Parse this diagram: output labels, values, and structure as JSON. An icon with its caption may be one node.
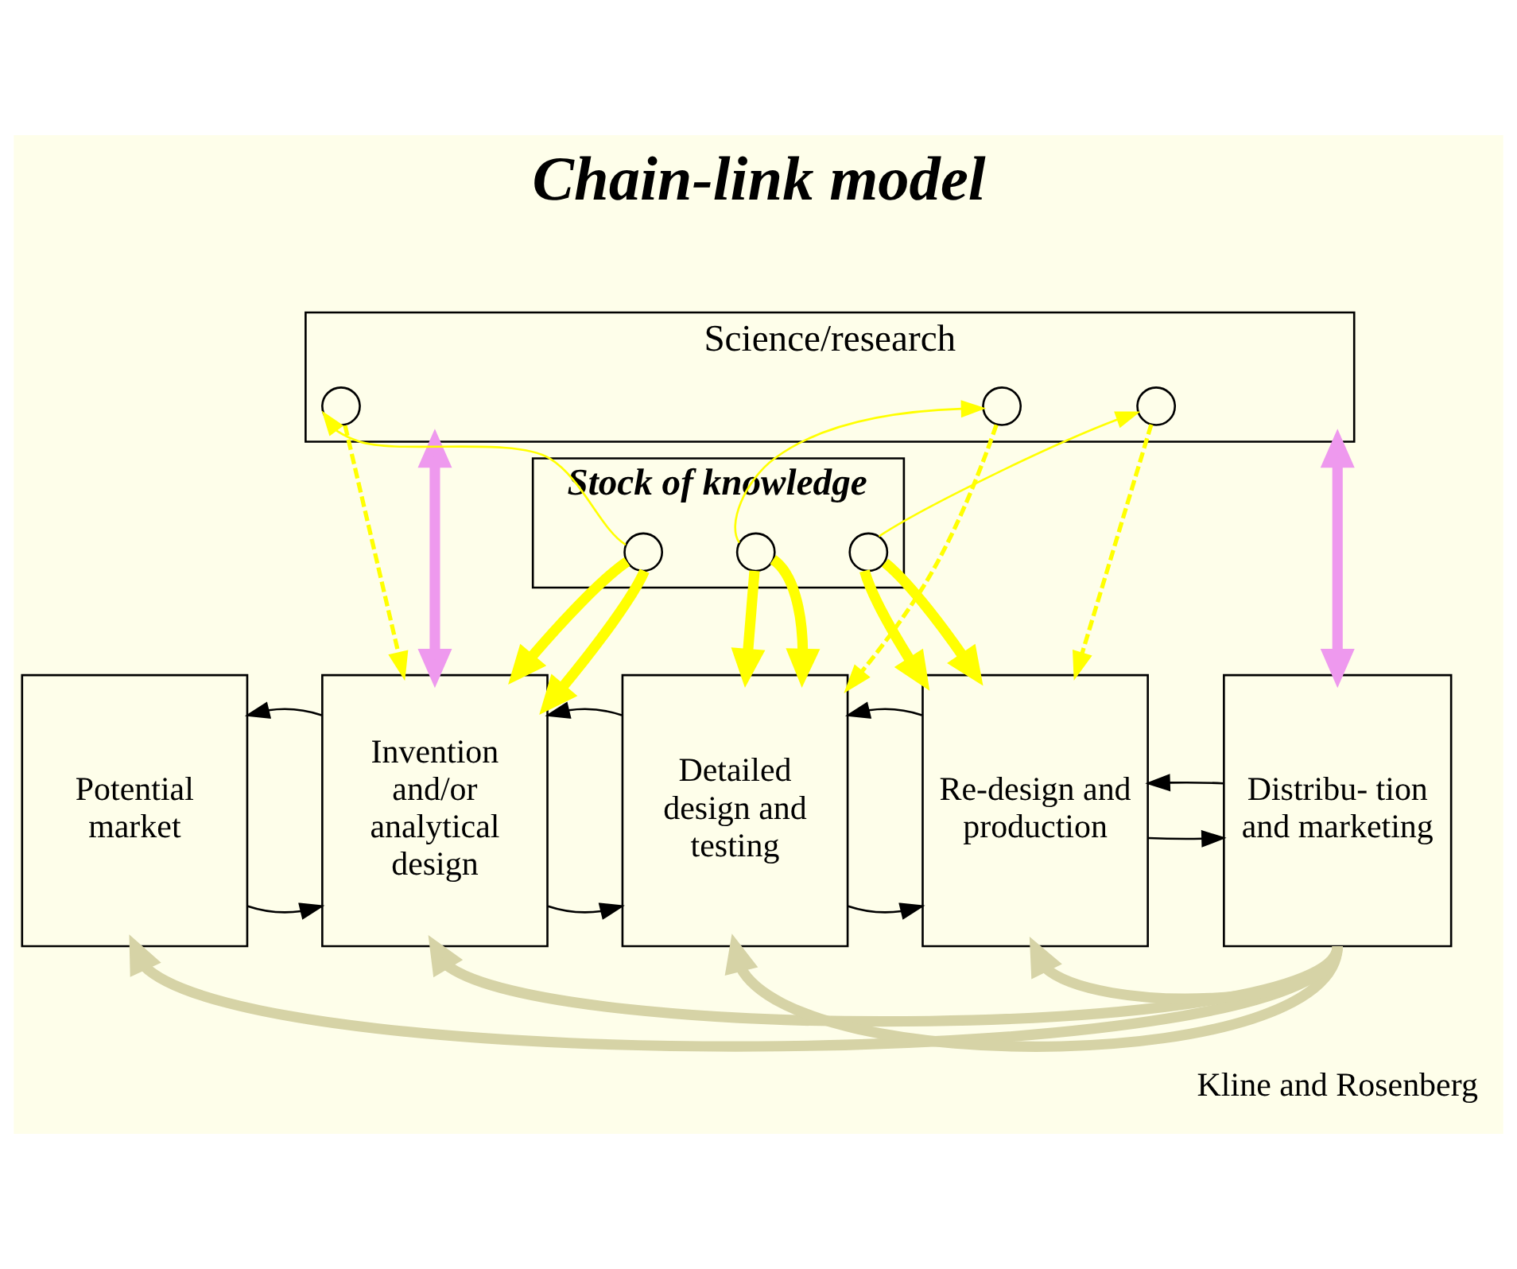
{
  "diagram": {
    "title": "Chain-link model",
    "caption": "Kline and Rosenberg",
    "nodes": [
      {
        "text": [
          "Science/research"
        ]
      },
      {
        "text": [
          "Stock of knowledge"
        ]
      },
      {
        "text": [
          "Potential market"
        ]
      },
      {
        "text": [
          "Invention and/or analytical design"
        ]
      },
      {
        "text": [
          "Detailed design and testing"
        ]
      },
      {
        "text": [
          "Re-design and production"
        ]
      },
      {
        "text": [
          "Distribu- tion and marketing"
        ]
      },
      {
        "text": [],
        "shape": "circle",
        "in": 0
      },
      {
        "text": [],
        "shape": "circle",
        "in": 0
      },
      {
        "text": [],
        "shape": "circle",
        "in": 0
      },
      {
        "text": [],
        "shape": "circle",
        "in": 1
      },
      {
        "text": [],
        "shape": "circle",
        "in": 1
      },
      {
        "text": [],
        "shape": "circle",
        "in": 1
      }
    ],
    "edges": [
      {
        "from": 0,
        "to": 3,
        "arrow": "both",
        "style": "thick",
        "color": "#ee99ee"
      },
      {
        "from": 0,
        "to": 6,
        "arrow": "both",
        "style": "thick",
        "color": "#ee99ee"
      },
      {
        "from": 10,
        "to": 7,
        "arrow": "to",
        "color": "#ffff00"
      },
      {
        "from": 7,
        "to": 3,
        "arrow": "to",
        "style": "dashed",
        "color": "#ffff00"
      },
      {
        "from": 10,
        "to": 3,
        "arrow": "to",
        "style": "thick",
        "color": "#ffff00"
      },
      {
        "from": 10,
        "to": 3,
        "arrow": "to",
        "style": "thick",
        "color": "#ffff00"
      },
      {
        "from": 11,
        "to": 8,
        "arrow": "to",
        "color": "#ffff00"
      },
      {
        "from": 8,
        "to": 4,
        "arrow": "to",
        "style": "dashed",
        "color": "#ffff00"
      },
      {
        "from": 11,
        "to": 4,
        "arrow": "to",
        "style": "thick",
        "color": "#ffff00"
      },
      {
        "from": 11,
        "to": 4,
        "arrow": "to",
        "style": "thick",
        "color": "#ffff00"
      },
      {
        "from": 12,
        "to": 9,
        "arrow": "to",
        "color": "#ffff00"
      },
      {
        "from": 9,
        "to": 5,
        "arrow": "to",
        "style": "dashed",
        "color": "#ffff00"
      },
      {
        "from": 12,
        "to": 5,
        "arrow": "to",
        "style": "thick",
        "color": "#ffff00"
      },
      {
        "from": 12,
        "to": 5,
        "arrow": "to",
        "style": "thick",
        "color": "#ffff00"
      },
      {
        "from": 2,
        "to": 3,
        "arrow": "to",
        "color": "#000000"
      },
      {
        "from": 3,
        "to": 4,
        "arrow": "to",
        "color": "#000000"
      },
      {
        "from": 4,
        "to": 5,
        "arrow": "to",
        "color": "#000000"
      },
      {
        "from": 5,
        "to": 6,
        "arrow": "to",
        "color": "#000000"
      },
      {
        "from": 3,
        "to": 2,
        "arrow": "to",
        "color": "#000000"
      },
      {
        "from": 4,
        "to": 3,
        "arrow": "to",
        "color": "#000000"
      },
      {
        "from": 5,
        "to": 4,
        "arrow": "to",
        "color": "#000000"
      },
      {
        "from": 6,
        "to": 5,
        "arrow": "to",
        "color": "#000000"
      },
      {
        "from": 6,
        "to": 2,
        "arrow": "to",
        "style": "thick",
        "color": "#d6d3a6"
      },
      {
        "from": 6,
        "to": 3,
        "arrow": "to",
        "style": "thick",
        "color": "#d6d3a6"
      },
      {
        "from": 6,
        "to": 4,
        "arrow": "to",
        "style": "thick",
        "color": "#d6d3a6"
      },
      {
        "from": 6,
        "to": 5,
        "arrow": "to",
        "style": "thick",
        "color": "#d6d3a6"
      }
    ]
  }
}
